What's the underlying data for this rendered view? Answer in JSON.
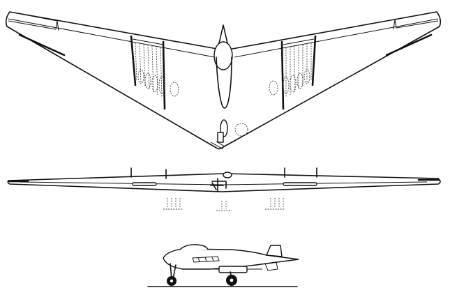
{
  "figure": {
    "views": [
      {
        "id": "plan",
        "name": "plan-view"
      },
      {
        "id": "front",
        "name": "front-view"
      },
      {
        "id": "side",
        "name": "side-view"
      }
    ]
  },
  "colors": {
    "background": "#ffffff",
    "line": "#111111",
    "phantom": "#444444"
  }
}
